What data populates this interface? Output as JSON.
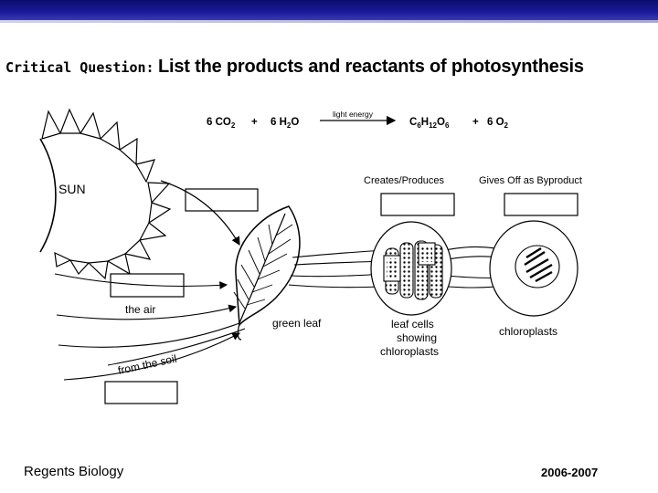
{
  "slide": {
    "question_lead": "Critical Question:",
    "question_text": "List the products and reactants of photosynthesis"
  },
  "equation": {
    "reactant1_coef": "6 CO",
    "reactant1_sub": "2",
    "plus1": "+",
    "reactant2_coef": "6 H",
    "reactant2_sub": "2",
    "reactant2_tail": "O",
    "arrow_label": "light energy",
    "product1_c": "C",
    "product1_c_sub": "6",
    "product1_h": "H",
    "product1_h_sub": "12",
    "product1_o": "O",
    "product1_o_sub": "6",
    "plus2": "+",
    "product2_coef": "6 O",
    "product2_sub": "2"
  },
  "labels": {
    "sun": "SUN",
    "creates_produces": "Creates/Produces",
    "gives_off": "Gives Off as Byproduct",
    "the_air": "the air",
    "from_the_soil": "from the soil",
    "green_leaf": "green leaf",
    "leaf_cells_line1": "leaf cells",
    "leaf_cells_line2": "showing",
    "leaf_cells_line3": "chloroplasts",
    "chloroplasts": "chloroplasts"
  },
  "answer_boxes": {
    "sun_input": "",
    "air_input": "",
    "soil_input": "",
    "creates_input": "",
    "byproduct_input": ""
  },
  "footer": {
    "left": "Regents Biology",
    "right": "2006-2007"
  }
}
